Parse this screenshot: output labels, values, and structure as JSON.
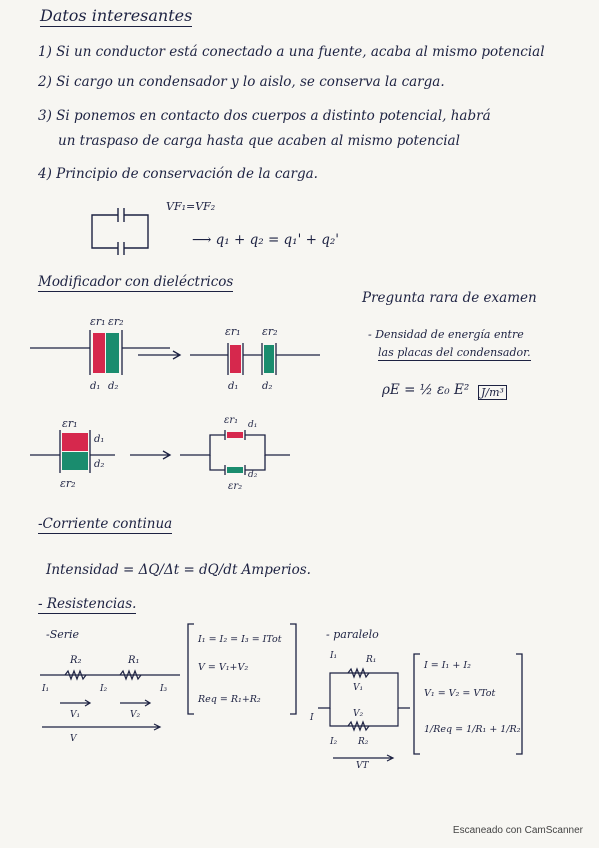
{
  "title": "Datos interesantes",
  "facts": [
    "1) Si un conductor está conectado a una fuente, acaba al mismo potencial",
    "2) Si cargo un condensador y lo aislo, se conserva la carga.",
    "3) Si ponemos en contacto dos cuerpos a distinto potencial, habrá",
    "un traspaso de carga hasta que acaben al mismo potencial",
    "4) Principio de conservación de la carga."
  ],
  "conservation": {
    "potential": "VF₁=VF₂",
    "charge_eq": "⟶  q₁ + q₂ = q₁' + q₂'"
  },
  "dielectrics": {
    "heading": "Modificador con dieléctricos",
    "exam_note": "Pregunta rara de examen",
    "density_note_1": "- Densidad de energía entre",
    "density_note_2": "las placas del condensador.",
    "density_formula": "ρE = ½ ε₀ E²",
    "density_unit": "J/m³",
    "labels": {
      "er1": "εr₁",
      "er2": "εr₂",
      "d1": "d₁",
      "d2": "d₂"
    }
  },
  "current": {
    "heading": "-Corriente continua",
    "intensity": "Intensidad = ΔQ/Δt = dQ/dt  Amperios.",
    "resistances": "- Resistencias.",
    "series_label": "-Serie",
    "series_eqs": [
      "I₁ = I₂ = I₃ = ITot",
      "V = V₁+V₂",
      "Req = R₁+R₂"
    ],
    "parallel_label": "- paralelo",
    "parallel_eqs": [
      "I = I₁ + I₂",
      "V₁ = V₂ = VTot",
      "1/Req = 1/R₁ + 1/R₂"
    ],
    "series_circuit": {
      "r2": "R₂",
      "r1": "R₁",
      "i1": "I₁",
      "i2": "I₂",
      "i3": "I₃",
      "v1": "V₁",
      "v2": "V₂",
      "v": "V"
    },
    "parallel_circuit": {
      "i1": "I₁",
      "r1": "R₁",
      "v1": "V₁",
      "i": "I",
      "v2": "V₂",
      "i2": "I₂",
      "r2": "R₂",
      "vt": "VT"
    }
  },
  "footer": "Escaneado con CamScanner"
}
